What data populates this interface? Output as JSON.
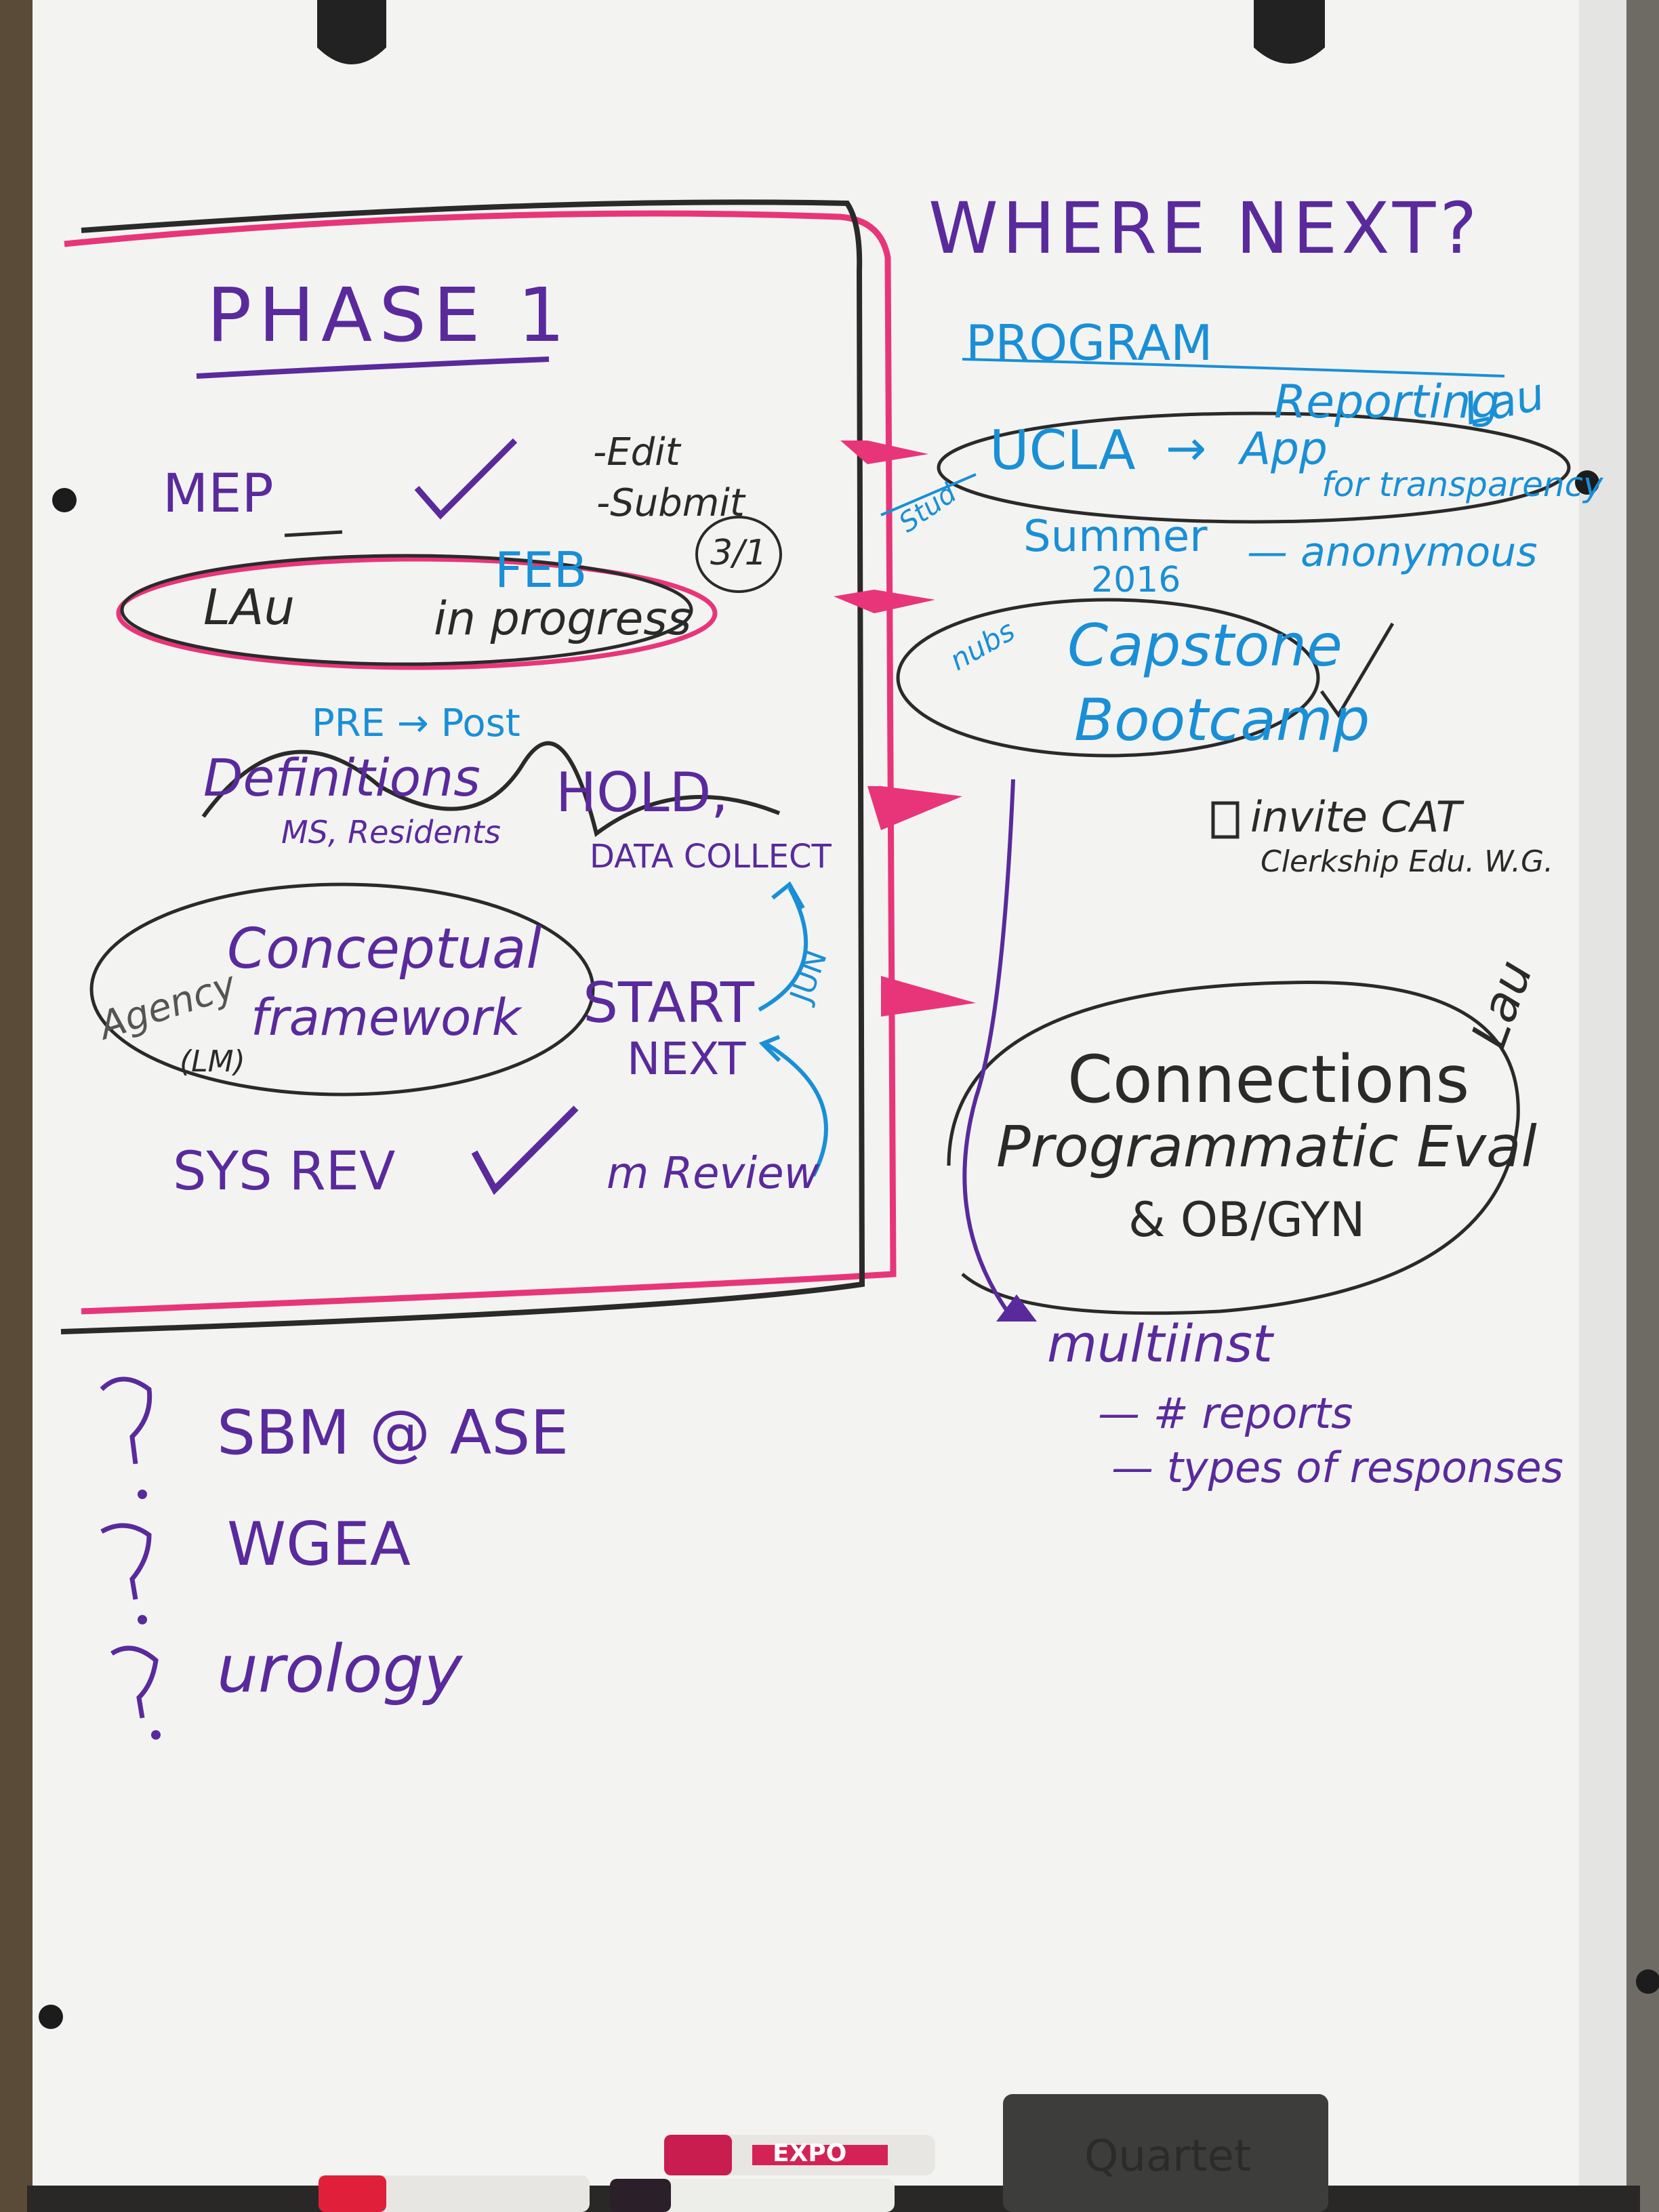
{
  "colors": {
    "board": "#f4f5f3",
    "frame": "#3a3a38",
    "purple_marker": "#5a2a9c",
    "blue_marker": "#1a8fd6",
    "pink_marker": "#e8357a",
    "black_marker": "#2a2a2a"
  },
  "icons": {
    "checkmark": "checkmark-icon",
    "arrow": "arrow-icon",
    "pink_arrow": "pink-triangle-arrow-icon",
    "checkbox": "checkbox-icon",
    "question": "question-mark-icon"
  },
  "phase1": {
    "title": "PHASE 1",
    "mep": "MEP",
    "edit": "-Edit",
    "submit": "-Submit",
    "submit_date": "3/1",
    "lau": "LAu",
    "in_progress": "in progress",
    "feb": "FEB",
    "pre_post": "PRE → Post",
    "definitions": "Definitions",
    "ms_residents": "MS, Residents",
    "hold": "HOLD,",
    "data_collect": "DATA COLLECT",
    "conceptual": "Conceptual",
    "framework": "framework",
    "agency": "Agency",
    "lm": "(LM)",
    "start": "START",
    "next": "NEXT",
    "jun": "JUN",
    "sys_rev": "SYS REV",
    "m_review": "m Review"
  },
  "bottom_left": {
    "q1": "SBM @ ASE",
    "q2": "WGEA",
    "q3": "urology"
  },
  "where_next": {
    "title": "WHERE NEXT?",
    "program": "PROGRAM",
    "ucla": "UCLA",
    "app": "App",
    "reporting": "Reporting",
    "lau_right": "Lau",
    "for_transparency": "for transparency",
    "stud": "Stud",
    "summer": "Summer",
    "year": "2016",
    "anonymous": "— anonymous",
    "nubs": "nubs",
    "capstone": "Capstone",
    "bootcamp": "Bootcamp",
    "invite": "invite CAT",
    "clerkship": "Clerkship Edu. W.G.",
    "connections": "Connections",
    "programmatic": "Programmatic Eval",
    "obgyn": "& OB/GYN",
    "lau_conn": "Lau",
    "multiinst": "multiinst",
    "reports": "— # reports",
    "types": "— types of responses"
  },
  "tray": {
    "eraser_brand": "Quartet",
    "marker_brand": "EXPO"
  }
}
